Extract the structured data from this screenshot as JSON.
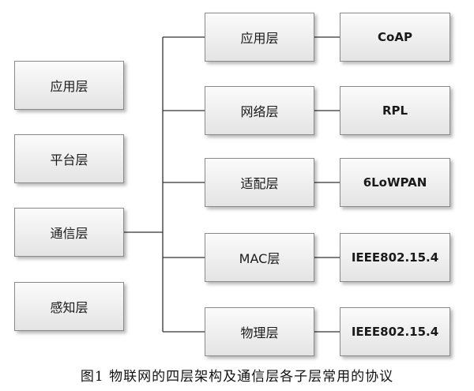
{
  "left_layers": [
    "应用层",
    "平台层",
    "通信层",
    "感知层"
  ],
  "sub_layers": [
    "应用层",
    "网络层",
    "适配层",
    "MAC层",
    "物理层"
  ],
  "protocols": [
    "CoAP",
    "RPL",
    "6LoWPAN",
    "IEEE802.15.4",
    "IEEE802.15.4"
  ],
  "caption": "图1 物联网的四层架构及通信层各子层常用的协议"
}
